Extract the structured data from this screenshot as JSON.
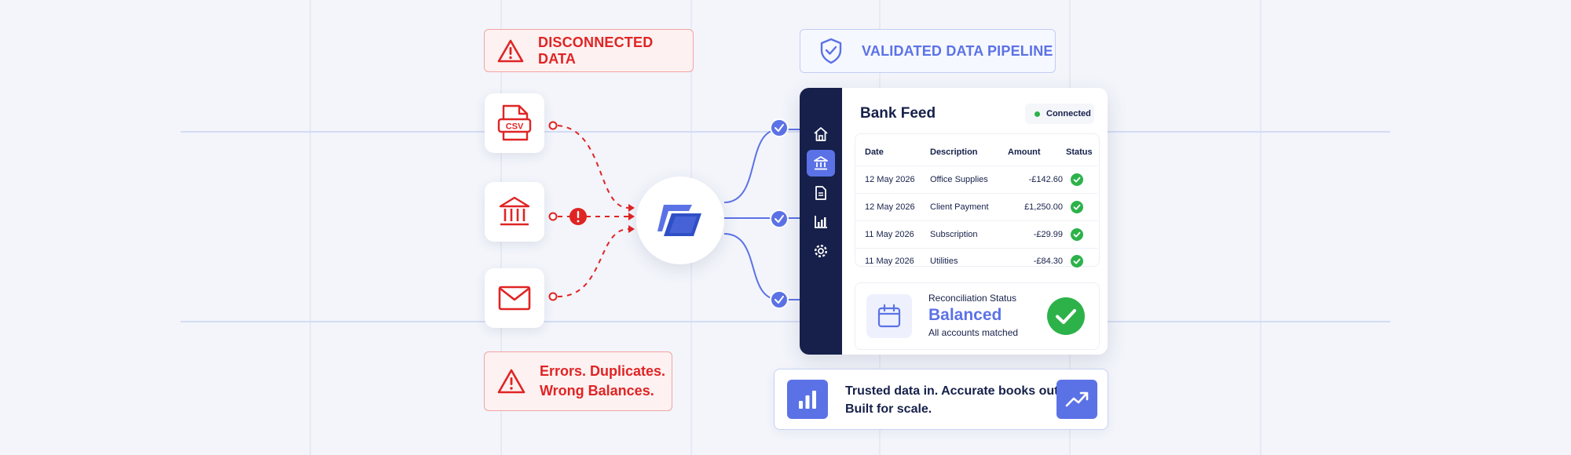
{
  "warning_top": "DISCONNECTED DATA",
  "warning_bottom": [
    "Errors. Duplicates.",
    "Wrong Balances."
  ],
  "sources": [
    {
      "icon": "csv-file-icon",
      "label": "CSV"
    },
    {
      "icon": "bank-icon"
    },
    {
      "icon": "email-icon"
    }
  ],
  "pipeline_label": "VALIDATED DATA PIPELINE",
  "bank_feed": {
    "title": "Bank Feed",
    "status": "Connected",
    "columns": [
      "Date",
      "Description",
      "Amount",
      "Status"
    ],
    "rows": [
      {
        "date": "12 May 2026",
        "description": "Office Supplies",
        "amount": "-£142.60"
      },
      {
        "date": "12 May 2026",
        "description": "Client Payment",
        "amount": "£1,250.00"
      },
      {
        "date": "11 May 2026",
        "description": "Subscription",
        "amount": "-£29.99"
      },
      {
        "date": "11 May 2026",
        "description": "Utilities",
        "amount": "-£84.30"
      }
    ]
  },
  "sidebar_icons": [
    "home-icon",
    "bank-icon",
    "document-icon",
    "chart-icon",
    "settings-icon"
  ],
  "reconciliation": {
    "label": "Reconciliation Status",
    "value": "Balanced",
    "sub": "All accounts matched"
  },
  "banner": {
    "line1": "Trusted data in. Accurate books out.",
    "line2": "Built for scale."
  },
  "colors": {
    "error": "#e02424",
    "accent": "#5b72e6",
    "navy": "#16204a",
    "success": "#2db24a"
  }
}
